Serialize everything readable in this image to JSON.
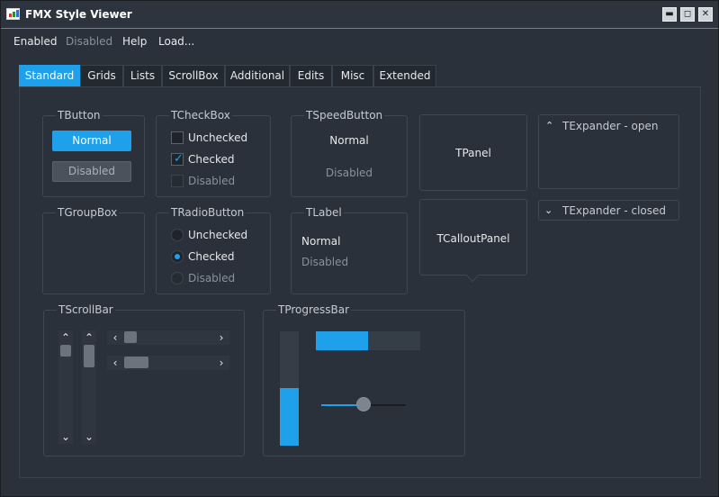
{
  "window": {
    "title": "FMX Style Viewer",
    "controls": {
      "minimize": "▬",
      "maximize": "◻",
      "close": "✕"
    }
  },
  "menu": {
    "items": [
      "Enabled",
      "Disabled",
      "Help",
      "Load..."
    ]
  },
  "tabs": [
    "Standard",
    "Grids",
    "Lists",
    "ScrollBox",
    "Additional",
    "Edits",
    "Misc",
    "Extended"
  ],
  "tbutton": {
    "title": "TButton",
    "normal": "Normal",
    "disabled": "Disabled"
  },
  "tcheckbox": {
    "title": "TCheckBox",
    "items": [
      "Unchecked",
      "Checked",
      "Disabled"
    ]
  },
  "tspeedbutton": {
    "title": "TSpeedButton",
    "normal": "Normal",
    "disabled": "Disabled"
  },
  "tpanel": {
    "label": "TPanel"
  },
  "texpander_open": {
    "label": "TExpander - open"
  },
  "texpander_closed": {
    "label": "TExpander - closed"
  },
  "tgroupbox": {
    "title": "TGroupBox"
  },
  "tradiobutton": {
    "title": "TRadioButton",
    "items": [
      "Unchecked",
      "Checked",
      "Disabled"
    ]
  },
  "tlabel": {
    "title": "TLabel",
    "normal": "Normal",
    "disabled": "Disabled"
  },
  "tcalloutpanel": {
    "label": "TCalloutPanel"
  },
  "tscrollbar": {
    "title": "TScrollBar"
  },
  "tprogressbar": {
    "title": "TProgressBar",
    "horizontal_progress": 0.5,
    "vertical_progress": 0.5,
    "trackbar_value": 0.5
  },
  "colors": {
    "accent": "#1ea1ea",
    "background": "#2a313a",
    "border": "#3f4750"
  }
}
